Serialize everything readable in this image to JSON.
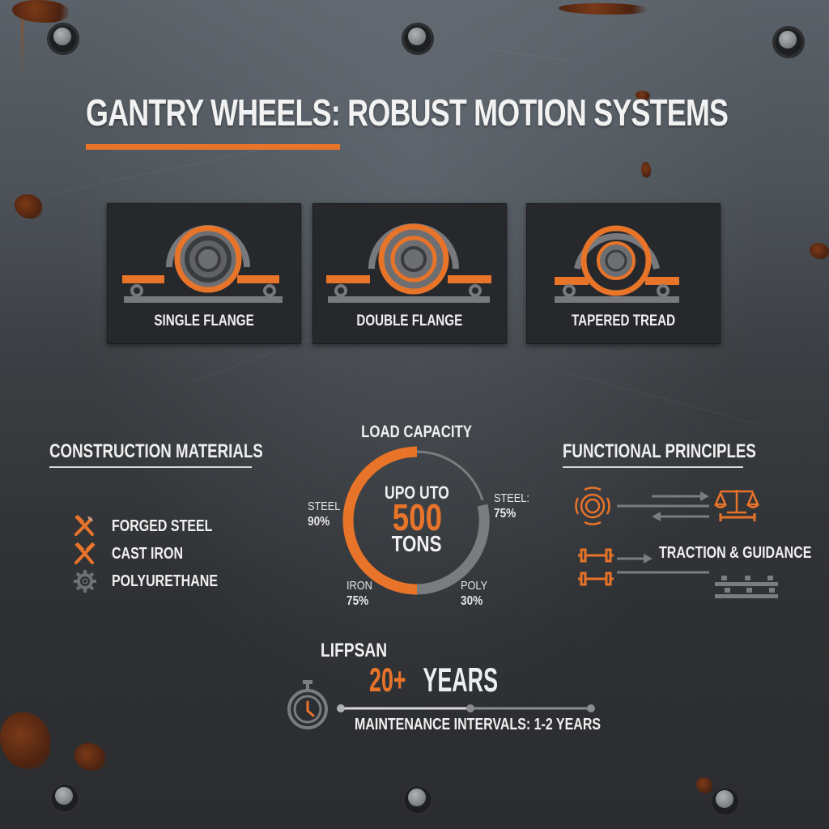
{
  "title": "GANTRY WHEELS: ROBUST MOTION SYSTEMS",
  "colors": {
    "accent": "#e8742a",
    "gray": "#7a7c7f",
    "card_bg": "#26282b",
    "text": "#f0f0f0"
  },
  "wheel_types": [
    {
      "label": "SINGLE FLANGE",
      "icon": "single-flange-wheel-icon"
    },
    {
      "label": "DOUBLE FLANGE",
      "icon": "double-flange-wheel-icon"
    },
    {
      "label": "TAPERED TREAD",
      "icon": "tapered-tread-wheel-icon"
    }
  ],
  "materials": {
    "heading": "CONSTRUCTION MATERIALS",
    "items": [
      {
        "label": "FORGED STEEL",
        "icon": "crossed-hammers-icon"
      },
      {
        "label": "CAST IRON",
        "icon": "crossed-hammers-icon"
      },
      {
        "label": "POLYURETHANE",
        "icon": "gear-icon"
      }
    ]
  },
  "load_capacity": {
    "heading": "LOAD CAPACITY",
    "center_line1": "UPO UTO",
    "center_value": "500",
    "center_unit": "TONS",
    "labels": [
      {
        "name": "STEEL",
        "value": "90%"
      },
      {
        "name": "STEEL:",
        "value": "75%"
      },
      {
        "name": "IRON",
        "value": "75%"
      },
      {
        "name": "POLY",
        "value": "30%"
      }
    ]
  },
  "principles": {
    "heading": "FUNCTIONAL PRINCIPLES",
    "caption": "TRACTION & GUIDANCE",
    "icons": [
      "wheel-target-icon",
      "balance-scale-icon",
      "axle-icon",
      "rail-track-icon"
    ]
  },
  "lifespan": {
    "label": "LIFPSAN",
    "value": "20+",
    "unit": "YEARS",
    "maintenance": "MAINTENANCE INTERVALS: 1-2 YEARS",
    "icon": "stopwatch-icon"
  }
}
